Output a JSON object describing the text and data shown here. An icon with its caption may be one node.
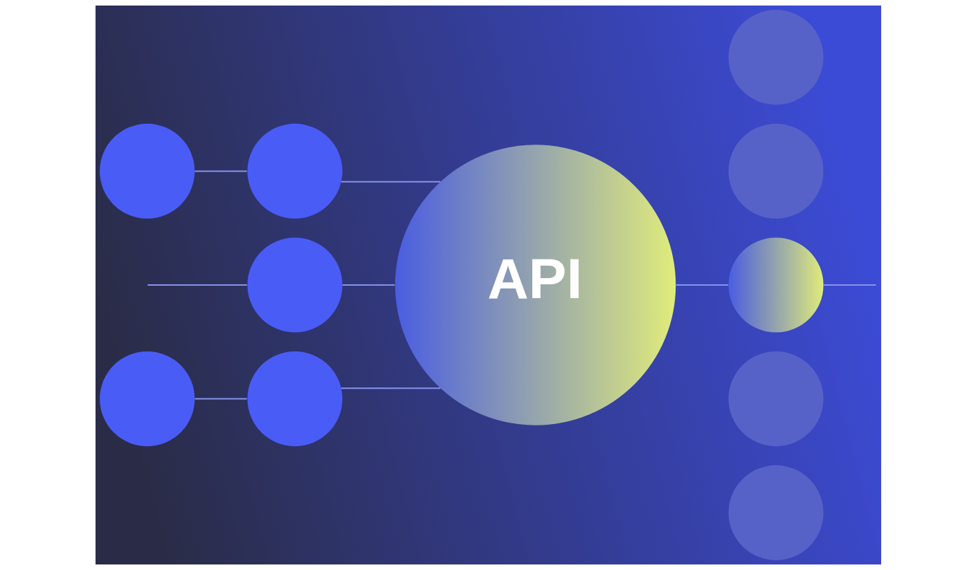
{
  "diagram": {
    "nodes": [
      {
        "text": [],
        "shape": "circle"
      },
      {
        "text": [],
        "shape": "circle"
      },
      {
        "text": [],
        "shape": "circle"
      },
      {
        "text": [],
        "shape": "circle"
      },
      {
        "text": [],
        "shape": "circle"
      },
      {
        "text": [
          "API"
        ]
      },
      {
        "text": [],
        "shape": "circle"
      },
      {
        "text": [],
        "shape": "circle"
      },
      {
        "text": [],
        "shape": "circle"
      },
      {
        "text": [],
        "shape": "circle"
      },
      {
        "text": [],
        "shape": "circle"
      }
    ],
    "edges": [
      {
        "from": 0,
        "to": 1,
        "arrow": "none"
      },
      {
        "from": 1,
        "to": 5,
        "arrow": "none"
      },
      {
        "from": 2,
        "to": 5,
        "arrow": "none"
      },
      {
        "from": 3,
        "to": 5,
        "arrow": "none"
      },
      {
        "from": 4,
        "to": 3,
        "arrow": "none"
      },
      {
        "from": 5,
        "to": 8,
        "arrow": "none"
      },
      {
        "from": null,
        "to": 2,
        "arrow": "none"
      },
      {
        "from": 8,
        "to": null,
        "arrow": "none"
      }
    ]
  }
}
